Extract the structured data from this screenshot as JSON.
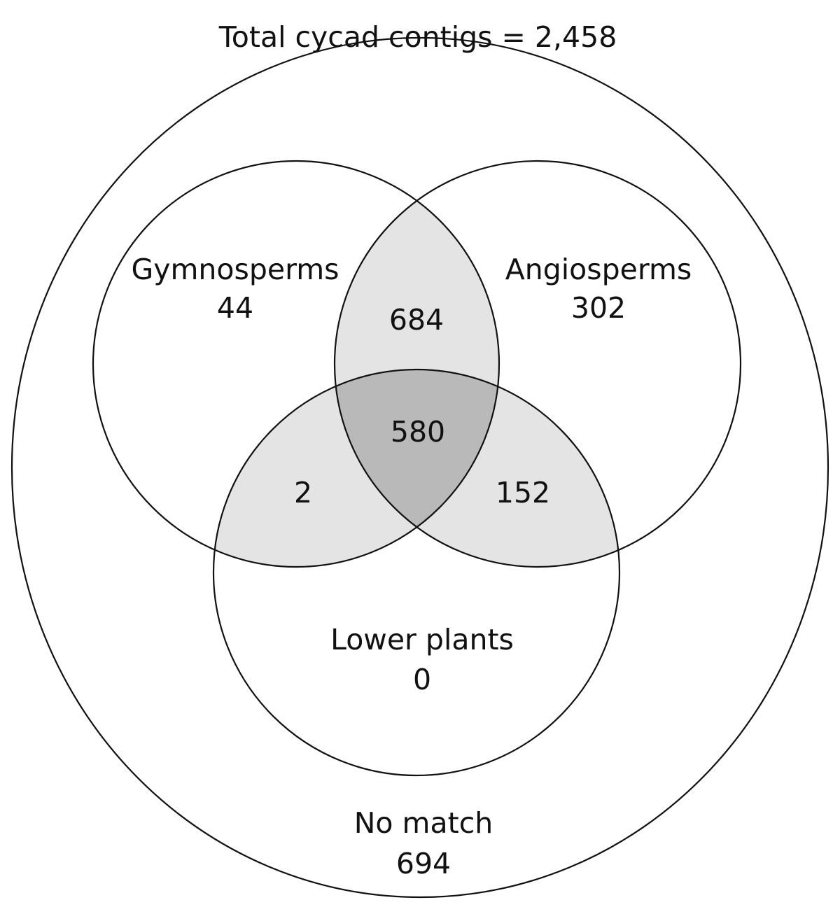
{
  "title": "Total cycad contigs = 2,458",
  "sets": {
    "gymnosperms": {
      "name": "Gymnosperms",
      "count": "44"
    },
    "angiosperms": {
      "name": "Angiosperms",
      "count": "302"
    },
    "lower_plants": {
      "name": "Lower plants",
      "count": "0"
    },
    "no_match": {
      "name": "No match",
      "count": "694"
    }
  },
  "overlaps": {
    "gymno_angio": "684",
    "all_three": "580",
    "gymno_lower": "2",
    "angio_lower": "152"
  },
  "colors": {
    "background": "#ffffff",
    "stroke": "#111111",
    "pairwise_overlap": "#e4e4e4",
    "triple_overlap": "#b9b9b9"
  }
}
